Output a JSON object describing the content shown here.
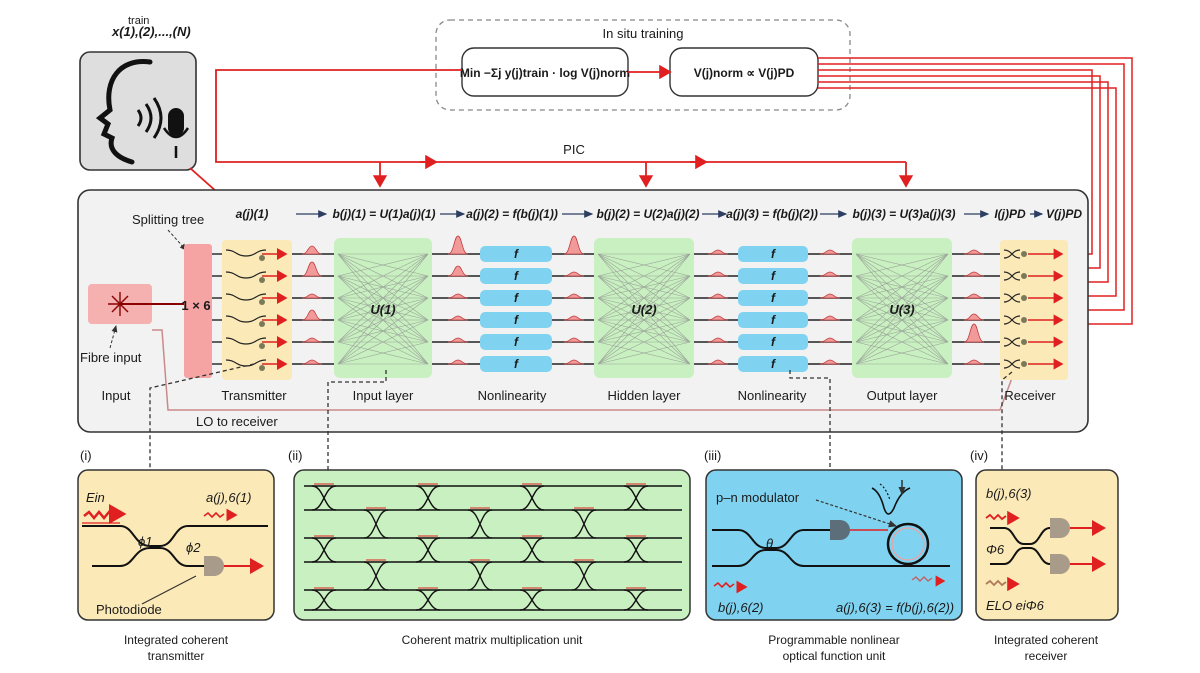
{
  "top": {
    "training_input": "x(1),(2),...,(N)",
    "training_input_sup": "train",
    "in_situ_title": "In situ training",
    "loss_formula": "Min −Σj y(j)train · log V(j)norm",
    "norm_formula": "V(j)norm ∝ V(j)PD",
    "pic_label": "PIC"
  },
  "equations": {
    "a1": "a(j)(1)",
    "b1": "b(j)(1) = U(1)a(j)(1)",
    "a2": "a(j)(2) = f(b(j)(1))",
    "b2": "b(j)(2) = U(2)a(j)(2)",
    "a3": "a(j)(3) = f(b(j)(2))",
    "b3": "b(j)(3) = U(3)a(j)(3)",
    "ipd": "I(j)PD",
    "vpd": "V(j)PD"
  },
  "chip": {
    "splitting_tree": "Splitting tree",
    "splitter": "1 × 6",
    "fibre_input": "Fibre input",
    "lo_to_receiver": "LO to receiver",
    "u1": "U(1)",
    "u2": "U(2)",
    "u3": "U(3)",
    "f_label": "f",
    "stages": [
      "Input",
      "Transmitter",
      "Input layer",
      "Nonlinearity",
      "Hidden layer",
      "Nonlinearity",
      "Output layer",
      "Receiver"
    ]
  },
  "panels": {
    "i": {
      "tag": "(i)",
      "e_in": "Ein",
      "a_out": "a(j),6(1)",
      "phi1": "ϕ1",
      "phi2": "ϕ2",
      "photodiode": "Photodiode",
      "caption_line1": "Integrated coherent",
      "caption_line2": "transmitter"
    },
    "ii": {
      "tag": "(ii)",
      "caption": "Coherent matrix multiplication unit"
    },
    "iii": {
      "tag": "(iii)",
      "pn_modulator": "p–n modulator",
      "theta": "θ",
      "b_in": "b(j),6(2)",
      "a_out": "a(j),6(3) = f(b(j),6(2))",
      "caption_line1": "Programmable nonlinear",
      "caption_line2": "optical function unit"
    },
    "iv": {
      "tag": "(iv)",
      "b_in": "b(j),6(3)",
      "phi6": "Φ6",
      "elo": "ELO eiΦ6",
      "caption_line1": "Integrated coherent",
      "caption_line2": "receiver"
    }
  },
  "colors": {
    "signal_red": "#e02020",
    "transmitter_fill": "#fbe9b7",
    "matrix_fill": "#c9f0c0",
    "nonlinear_fill": "#7fd3f0",
    "splitter_fill": "#f5a3a3",
    "chip_fill": "#f2f2f2",
    "photodiode": "#a89b8a"
  }
}
